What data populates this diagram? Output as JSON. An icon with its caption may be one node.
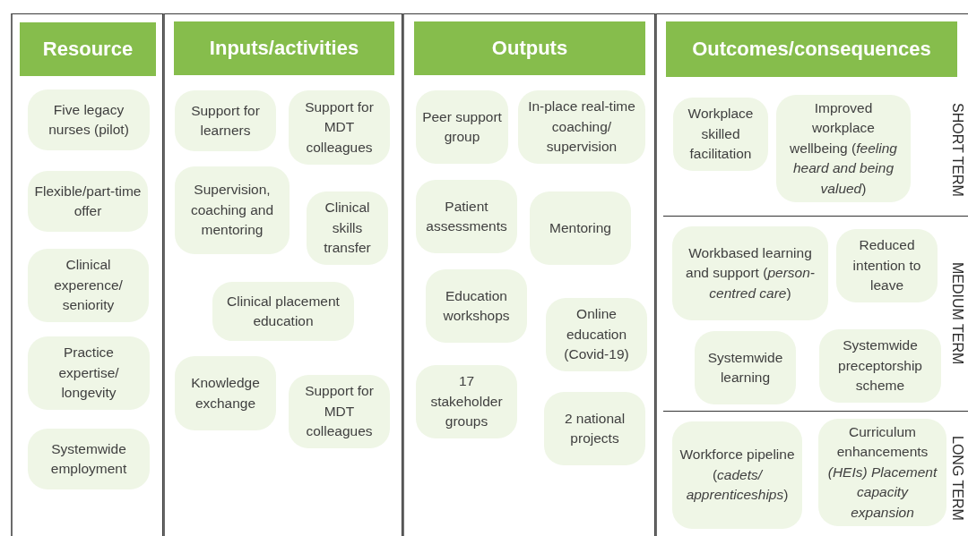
{
  "diagram": {
    "nodes": [
      {
        "text": [
          "Resource"
        ]
      },
      {
        "text": [
          "Five legacy nurses (pilot)"
        ],
        "in": 0
      },
      {
        "text": [
          "Flexible/part-time offer"
        ],
        "in": 0
      },
      {
        "text": [
          "Clinical experence/ seniority"
        ],
        "in": 0
      },
      {
        "text": [
          "Practice expertise/ longevity"
        ],
        "in": 0
      },
      {
        "text": [
          "Systemwide employment"
        ],
        "in": 0
      },
      {
        "text": [
          "Inputs/activities"
        ]
      },
      {
        "text": [
          "Support for learners"
        ],
        "in": 6
      },
      {
        "text": [
          "Support for MDT colleagues"
        ],
        "in": 6
      },
      {
        "text": [
          "Supervision, coaching and mentoring"
        ],
        "in": 6
      },
      {
        "text": [
          "Clinical skills transfer"
        ],
        "in": 6
      },
      {
        "text": [
          "Clinical placement education"
        ],
        "in": 6
      },
      {
        "text": [
          "Knowledge exchange"
        ],
        "in": 6
      },
      {
        "text": [
          "Support for MDT colleagues"
        ],
        "in": 6
      },
      {
        "text": [
          "Outputs"
        ]
      },
      {
        "text": [
          "Peer support group"
        ],
        "in": 14
      },
      {
        "text": [
          "In-place real-time coaching/ supervision"
        ],
        "in": 14
      },
      {
        "text": [
          "Patient assessments"
        ],
        "in": 14
      },
      {
        "text": [
          "Mentoring"
        ],
        "in": 14
      },
      {
        "text": [
          "Education workshops"
        ],
        "in": 14
      },
      {
        "text": [
          "Online education (Covid-19)"
        ],
        "in": 14
      },
      {
        "text": [
          "17 stakeholder groups"
        ],
        "in": 14
      },
      {
        "text": [
          "2 national projects"
        ],
        "in": 14
      },
      {
        "text": [
          "Outcomes/consequences"
        ]
      },
      {
        "text": [
          "SHORT TERM"
        ],
        "in": 23
      },
      {
        "text": [
          "Workplace skilled facilitation"
        ],
        "in": 24
      },
      {
        "text": [
          "Improved workplace wellbeing (*feeling heard and being valued*)"
        ],
        "in": 24
      },
      {
        "text": [
          "MEDIUM TERM"
        ],
        "in": 23
      },
      {
        "text": [
          "Workbased learning and support (*person-centred care*)"
        ],
        "in": 27
      },
      {
        "text": [
          "Reduced intention to leave"
        ],
        "in": 27
      },
      {
        "text": [
          "Systemwide learning"
        ],
        "in": 27
      },
      {
        "text": [
          "Systemwide preceptorship scheme"
        ],
        "in": 27
      },
      {
        "text": [
          "LONG TERM"
        ],
        "in": 23
      },
      {
        "text": [
          "Workforce pipeline (*cadets/ apprenticeships*)"
        ],
        "in": 32
      },
      {
        "text": [
          "Curriculum enhancements *(HEIs) Placement capacity expansion*"
        ],
        "in": 32
      }
    ]
  }
}
